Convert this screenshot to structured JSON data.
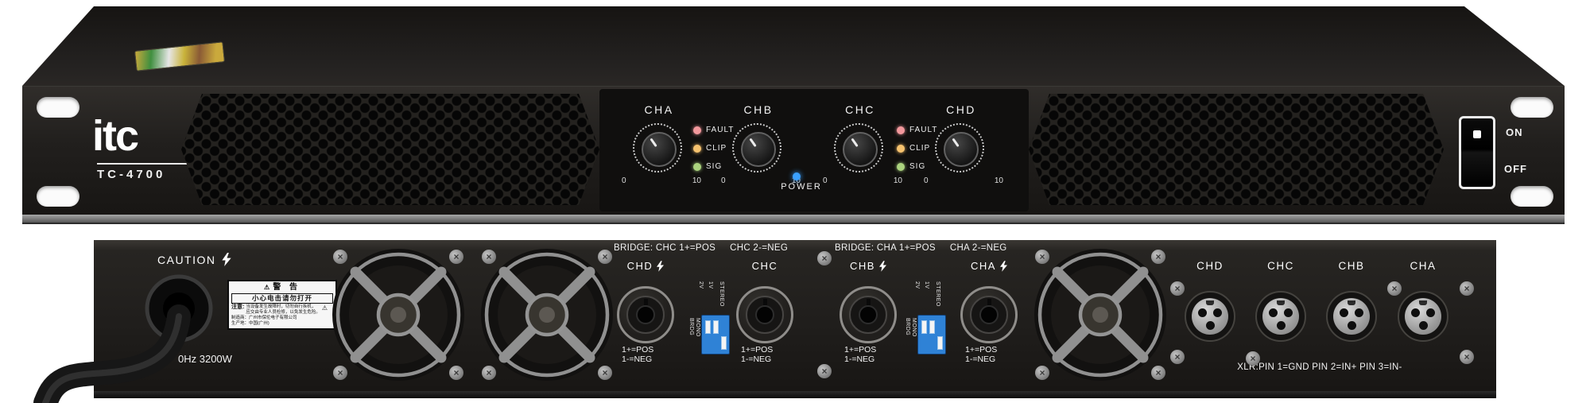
{
  "icons": {
    "screw": "×",
    "warning": "⚠"
  },
  "colors": {
    "body_black": "#1f1d1b",
    "led_fault": "#f2989c",
    "led_clip": "#f6c26e",
    "led_sig": "#abd37e",
    "led_power": "#3aa0ff",
    "dip_blue": "#2f82d6"
  },
  "front": {
    "brand": "itc",
    "model": "TC-4700",
    "channels": [
      {
        "label": "CHA",
        "scale_min": "0",
        "scale_max": "10"
      },
      {
        "label": "CHB",
        "scale_min": "0",
        "scale_max": "10"
      },
      {
        "label": "CHC",
        "scale_min": "0",
        "scale_max": "10"
      },
      {
        "label": "CHD",
        "scale_min": "0",
        "scale_max": "10"
      }
    ],
    "led_groups": [
      {
        "fault": "FAULT",
        "clip": "CLIP",
        "sig": "SIG"
      },
      {
        "fault": "FAULT",
        "clip": "CLIP",
        "sig": "SIG"
      }
    ],
    "power_label": "POWER",
    "switch": {
      "on": "ON",
      "off": "OFF"
    }
  },
  "rear": {
    "caution": "CAUTION",
    "power_rating": "0Hz 3200W",
    "warning_label": {
      "title": "警 告",
      "shock": "小心电击请勿打开",
      "note": "注意:",
      "note_line1": "当设备发生故障时，切勿自行拆机，",
      "note_line2": "应交由专业人员检修，以免发生危险。",
      "maker": "制造商：广州市保伦电子有限公司",
      "origin": "生产地：中国(广州)"
    },
    "bridge_groups": [
      {
        "text_left": "BRIDGE: CHC 1+=POS",
        "text_right": "CHC 2-=NEG"
      },
      {
        "text_left": "BRIDGE: CHA 1+=POS",
        "text_right": "CHA 2-=NEG"
      }
    ],
    "speakons": [
      {
        "label": "CHD",
        "pos": "1+=POS",
        "neg": "1-=NEG"
      },
      {
        "label": "CHC",
        "pos": "1+=POS",
        "neg": "1-=NEG"
      },
      {
        "label": "CHB",
        "pos": "1+=POS",
        "neg": "1-=NEG"
      },
      {
        "label": "CHA",
        "pos": "1+=POS",
        "neg": "1-=NEG"
      }
    ],
    "dip": {
      "v2": "2V",
      "v1": "1V",
      "stereo": "STEREO",
      "brdg": "BRDG",
      "mono": "MONO"
    },
    "xlr": {
      "labels": [
        "CHD",
        "CHC",
        "CHB",
        "CHA"
      ],
      "note": "XLR:PIN 1=GND PIN 2=IN+ PIN 3=IN-"
    }
  }
}
